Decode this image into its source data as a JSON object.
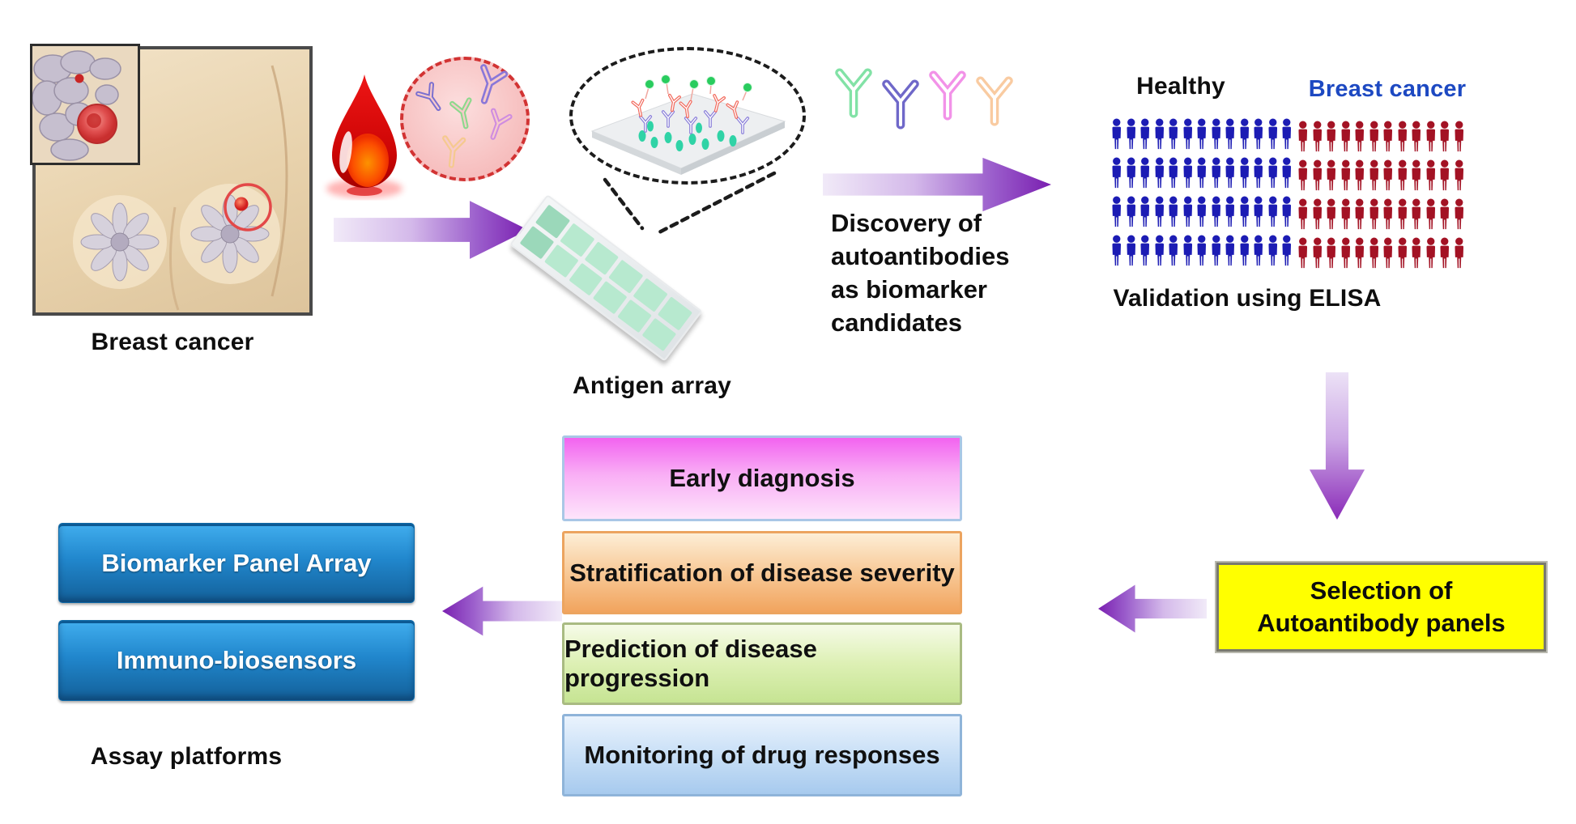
{
  "flow": {
    "breast_panel_label": "Breast cancer",
    "antigen_array_label": "Antigen array",
    "antigen_array_spots": {
      "rows": 2,
      "cols": 6
    },
    "discovery_caption": [
      "Discovery of",
      "autoantibodies",
      "as biomarker",
      "candidates"
    ],
    "autoantibody_icon_colors": [
      "#82e2a6",
      "#6f68c9",
      "#f292e8",
      "#f9cba1"
    ],
    "serum_antibody_colors": [
      "#8a77d8",
      "#7a6fd0",
      "#8cd98c",
      "#cf8ce0",
      "#f5c98f"
    ],
    "cohort": {
      "healthy_label": "Healthy",
      "cancer_label": "Breast cancer",
      "healthy": {
        "rows": 4,
        "per_row": 13,
        "color": "#1c1cb4"
      },
      "cancer": {
        "rows": 4,
        "per_row": 12,
        "color": "#a31224"
      },
      "validation_label": "Validation using ELISA"
    },
    "selection_box": {
      "lines": [
        "Selection of",
        "Autoantibody panels"
      ]
    },
    "outcomes": [
      {
        "label": "Early diagnosis"
      },
      {
        "label": "Stratification of disease severity"
      },
      {
        "label": "Prediction of disease progression"
      },
      {
        "label": "Monitoring of drug responses"
      }
    ],
    "platforms": [
      {
        "label": "Biomarker Panel Array"
      },
      {
        "label": "Immuno-biosensors"
      }
    ],
    "platforms_caption": "Assay platforms"
  },
  "colors": {
    "arrow_purple": "#7a1fb0",
    "selection_bg": "#ffff00",
    "platform_blue": "#1b77bd",
    "healthy_icon_blue": "#1c1cb4",
    "cancer_icon_red": "#a31224",
    "cancer_label_blue": "#1d49c2",
    "early_diagnosis_pink": "#f263f0",
    "stratification_orange": "#f1a45e",
    "prediction_green": "#c6e493",
    "monitoring_blue": "#a7caee",
    "blood_red": "#d21010",
    "array_spot_green": "#b7e9cf"
  }
}
